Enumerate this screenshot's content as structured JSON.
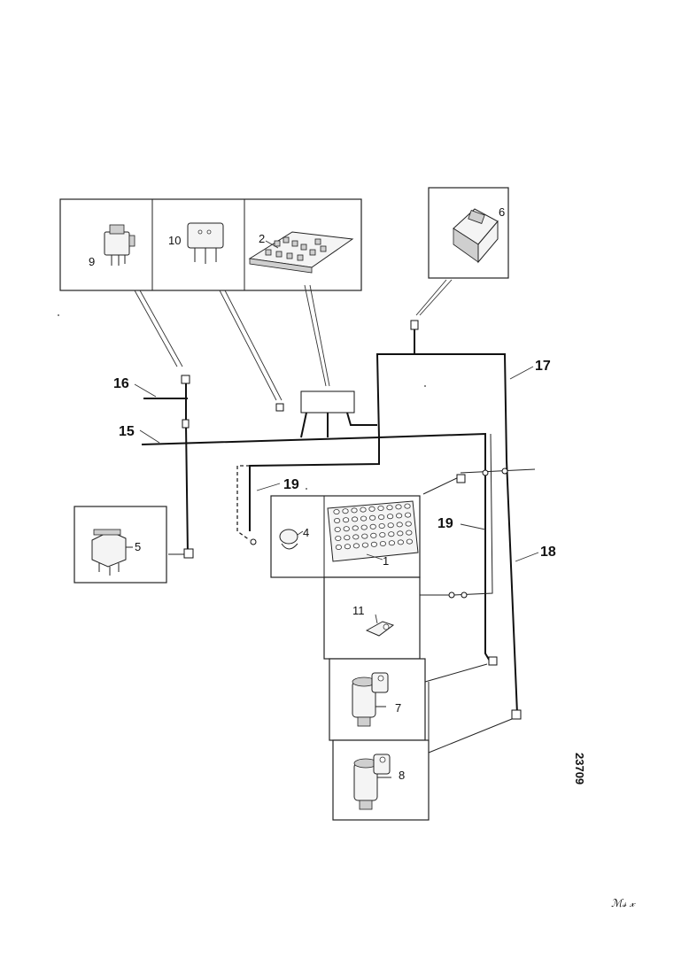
{
  "labels": {
    "n1": "1",
    "n2": "2",
    "n4": "4",
    "n5": "5",
    "n6": "6",
    "n7": "7",
    "n8": "8",
    "n9": "9",
    "n10": "10",
    "n11": "11",
    "n15": "15",
    "n16": "16",
    "n17": "17",
    "n18": "18",
    "n19a": "19",
    "n19b": "19"
  },
  "drawing_code": "23709",
  "signature": "ℳ𝓈 𝓍"
}
